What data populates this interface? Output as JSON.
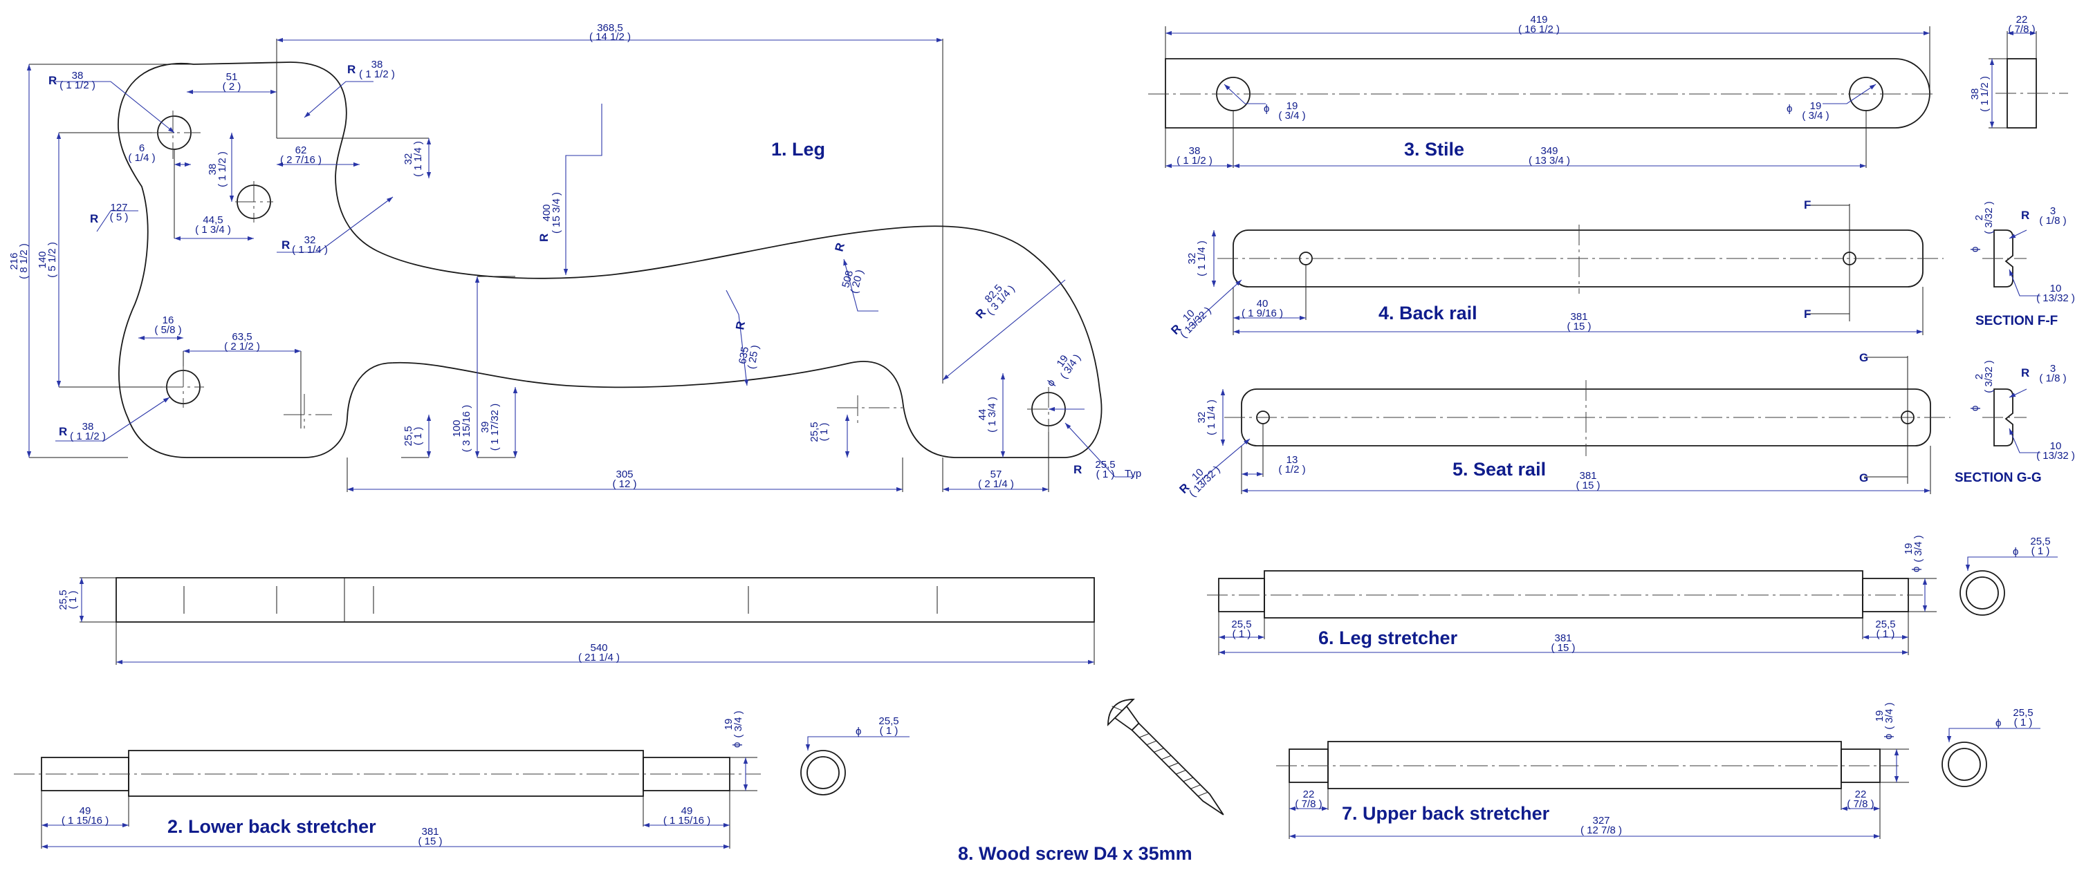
{
  "titles": {
    "leg": "1. Leg",
    "lower_back_stretcher": "2. Lower back stretcher",
    "stile": "3. Stile",
    "back_rail": "4. Back rail",
    "seat_rail": "5. Seat rail",
    "leg_stretcher": "6. Leg stretcher",
    "upper_back_stretcher": "7. Upper back stretcher",
    "wood_screw": "8. Wood screw D4 x 35mm",
    "section_ff": "SECTION F-F",
    "section_gg": "SECTION G-G"
  },
  "labels": {
    "r": "R",
    "phi": "ϕ",
    "typ": "Typ",
    "f": "F",
    "g": "G"
  },
  "leg": {
    "d_368": "368,5",
    "i_368": "( 14 1/2 )",
    "d_r38a": "38",
    "i_r38a": "( 1 1/2 )",
    "d_r38b": "38",
    "i_r38b": "( 1 1/2 )",
    "d_r38c": "38",
    "i_r38c": "( 1 1/2 )",
    "d_51": "51",
    "i_51": "( 2 )",
    "d_6": "6",
    "i_6": "( 1/4 )",
    "d_62": "62",
    "i_62": "( 2 7/16 )",
    "d_32a": "32",
    "i_32a": "( 1 1/4 )",
    "d_r32": "32",
    "i_r32": "( 1 1/4 )",
    "d_38v": "38",
    "i_38v": "( 1 1/2 )",
    "d_r127": "127",
    "i_r127": "( 5 )",
    "d_44_5": "44,5",
    "i_44_5": "( 1 3/4 )",
    "d_216": "216",
    "i_216": "( 8 1/2 )",
    "d_140": "140",
    "i_140": "( 5 1/2 )",
    "d_16": "16",
    "i_16": "( 5/8 )",
    "d_63_5": "63,5",
    "i_63_5": "( 2 1/2 )",
    "d_r400": "400",
    "i_r400": "( 15 3/4 )",
    "d_r508": "508",
    "i_r508": "( 20 )",
    "d_r635": "635",
    "i_r635": "( 25 )",
    "d_r82_5": "82,5",
    "i_r82_5": "( 3 1/4 )",
    "d_19": "19",
    "i_19": "( 3/4 )",
    "d_25_5a": "25,5",
    "i_25_5a": "( 1 )",
    "d_100": "100",
    "i_100": "( 3 15/16 )",
    "d_39": "39",
    "i_39": "( 1 17/32 )",
    "d_25_5b": "25,5",
    "i_25_5b": "( 1 )",
    "d_44": "44",
    "i_44": "( 1 3/4 )",
    "d_r25_5": "25,5",
    "i_r25_5": "( 1 )",
    "d_305": "305",
    "i_305": "( 12 )",
    "d_57": "57",
    "i_57": "( 2 1/4 )"
  },
  "stile": {
    "d_419": "419",
    "i_419": "( 16 1/2 )",
    "d_22": "22",
    "i_22": "( 7/8 )",
    "d_38h": "38",
    "i_38h": "( 1 1/2 )",
    "d_phi1": "19",
    "i_phi1": "( 3/4 )",
    "d_phi2": "19",
    "i_phi2": "( 3/4 )",
    "d_38": "38",
    "i_38": "( 1 1/2 )",
    "d_349": "349",
    "i_349": "( 13 3/4 )"
  },
  "back_rail": {
    "d_32": "32",
    "i_32": "( 1 1/4 )",
    "d_r10": "10",
    "i_r10": "( 13/32 )",
    "d_40": "40",
    "i_40": "( 1 9/16 )",
    "d_381": "381",
    "i_381": "( 15 )",
    "s_r3": "3",
    "s_ir3": "( 1/8 )",
    "s_2": "2",
    "s_i2": "( 3/32 )",
    "s_10": "10",
    "s_i10": "( 13/32 )"
  },
  "seat_rail": {
    "d_32": "32",
    "i_32": "( 1 1/4 )",
    "d_r10": "10",
    "i_r10": "( 13/32 )",
    "d_13": "13",
    "i_13": "( 1/2 )",
    "d_381": "381",
    "i_381": "( 15 )",
    "s_r3": "3",
    "s_ir3": "( 1/8 )",
    "s_2": "2",
    "s_i2": "( 3/32 )",
    "s_10": "10",
    "s_i10": "( 13/32 )"
  },
  "long_bar": {
    "d_25_5": "25,5",
    "i_25_5": "( 1 )",
    "d_540": "540",
    "i_540": "( 21 1/4 )"
  },
  "leg_stretcher": {
    "d_19": "19",
    "i_19": "( 3/4 )",
    "d_phi": "25,5",
    "i_phi": "( 1 )",
    "d_25_5a": "25,5",
    "i_25_5a": "( 1 )",
    "d_25_5b": "25,5",
    "i_25_5b": "( 1 )",
    "d_381": "381",
    "i_381": "( 15 )"
  },
  "lower_back_stretcher": {
    "d_19": "19",
    "i_19": "( 3/4 )",
    "d_phi": "25,5",
    "i_phi": "( 1 )",
    "d_49a": "49",
    "i_49a": "( 1 15/16 )",
    "d_49b": "49",
    "i_49b": "( 1 15/16 )",
    "d_381": "381",
    "i_381": "( 15 )"
  },
  "upper_back_stretcher": {
    "d_19": "19",
    "i_19": "( 3/4 )",
    "d_phi": "25,5",
    "i_phi": "( 1 )",
    "d_22a": "22",
    "i_22a": "( 7/8 )",
    "d_22b": "22",
    "i_22b": "( 7/8 )",
    "d_327": "327",
    "i_327": "( 12 7/8 )"
  }
}
